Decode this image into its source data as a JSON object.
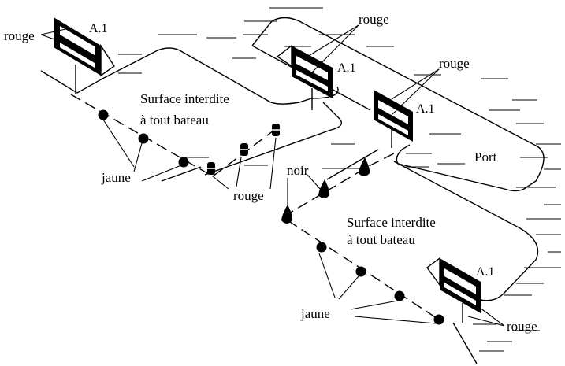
{
  "labels": {
    "rouge": "rouge",
    "jaune": "jaune",
    "noir": "noir",
    "port": "Port",
    "sign_code": "A.1",
    "zone_line1": "Surface interdite",
    "zone_line2": "à tout bateau"
  }
}
